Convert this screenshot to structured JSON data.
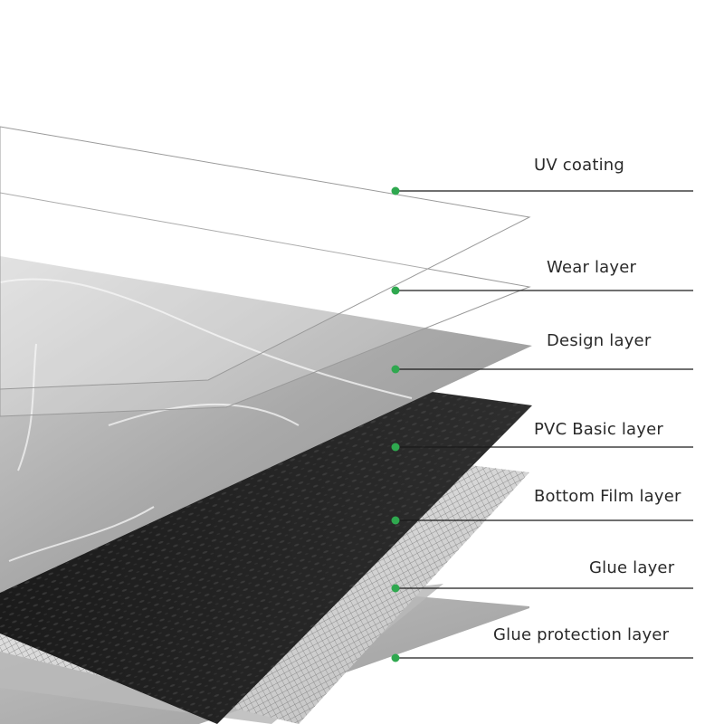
{
  "layers": [
    {
      "key": "uv",
      "label": "UV coating"
    },
    {
      "key": "wear",
      "label": "Wear layer"
    },
    {
      "key": "design",
      "label": "Design layer"
    },
    {
      "key": "pvc",
      "label": "PVC Basic layer"
    },
    {
      "key": "film",
      "label": "Bottom Film layer"
    },
    {
      "key": "glue",
      "label": "Glue layer"
    },
    {
      "key": "glue-protection",
      "label": "Glue protection layer"
    }
  ],
  "colors": {
    "marker": "#2fa84f",
    "leader": "#1a1a1a",
    "text": "#2a2a2a"
  }
}
